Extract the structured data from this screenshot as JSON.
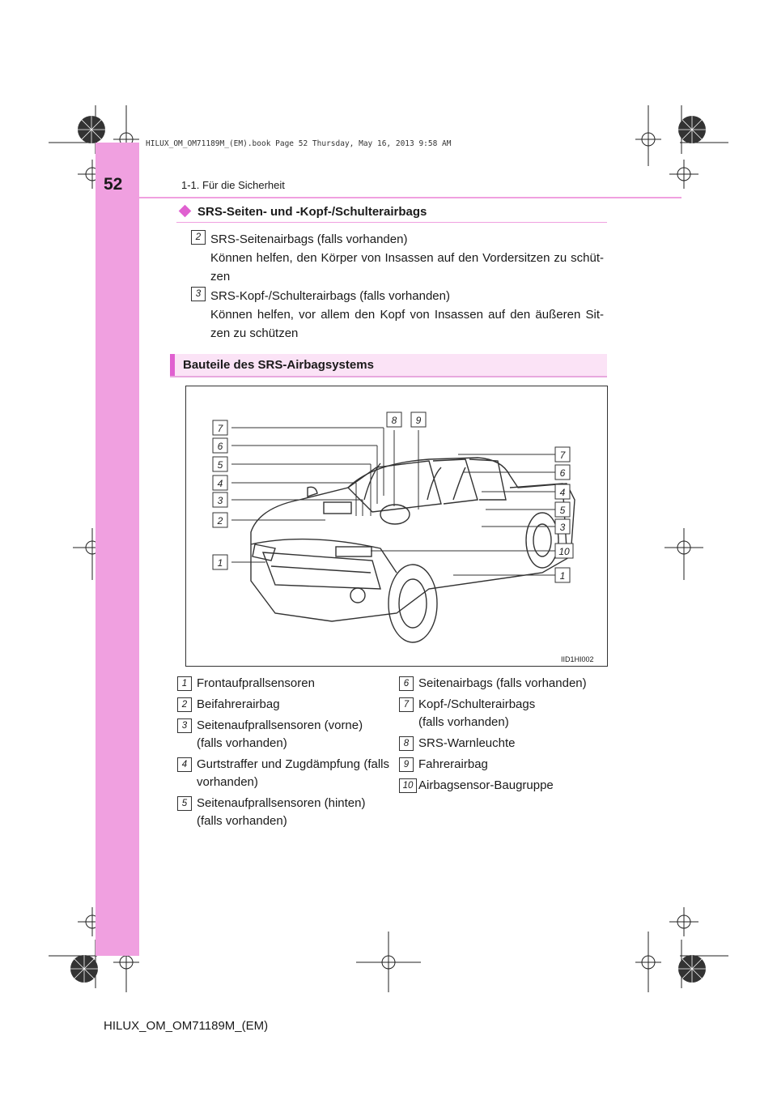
{
  "header": {
    "page_number": "52",
    "chapter": "1-1. Für die Sicherheit",
    "file_stamp": "HILUX_OM_OM71189M_(EM).book  Page 52  Thursday, May 16, 2013  9:58 AM"
  },
  "subsection": {
    "title": "SRS-Seiten- und -Kopf-/Schulterairbags",
    "items": [
      {
        "num": "2",
        "title": "SRS-Seitenairbags (falls vorhanden)",
        "desc": "Können helfen, den Körper von Insassen auf den Vordersitzen zu schüt-zen"
      },
      {
        "num": "3",
        "title": "SRS-Kopf-/Schulterairbags (falls vorhanden)",
        "desc": "Können helfen, vor allem den Kopf von Insassen auf den äußeren Sit-zen zu schützen"
      }
    ]
  },
  "section": {
    "title": "Bauteile des SRS-Airbagsystems"
  },
  "figure": {
    "id": "IID1HI002",
    "callouts": [
      "7",
      "6",
      "5",
      "4",
      "3",
      "2",
      "1",
      "8",
      "9",
      "7",
      "6",
      "4",
      "5",
      "3",
      "10",
      "1"
    ]
  },
  "legend": {
    "left": [
      {
        "num": "1",
        "text": "Frontaufprallsensoren"
      },
      {
        "num": "2",
        "text": "Beifahrerairbag"
      },
      {
        "num": "3",
        "text": "Seitenaufprallsensoren (vorne) (falls vorhanden)"
      },
      {
        "num": "4",
        "text": "Gurtstraffer und Zugdämpfung (falls vorhanden)"
      },
      {
        "num": "5",
        "text": "Seitenaufprallsensoren (hinten) (falls vorhanden)"
      }
    ],
    "right": [
      {
        "num": "6",
        "text": "Seitenairbags (falls vorhanden)"
      },
      {
        "num": "7",
        "text": "Kopf-/Schulterairbags (falls vorhanden)"
      },
      {
        "num": "8",
        "text": "SRS-Warnleuchte"
      },
      {
        "num": "9",
        "text": "Fahrerairbag"
      },
      {
        "num": "10",
        "text": "Airbagsensor-Baugruppe"
      }
    ]
  },
  "footer": {
    "doc_code": "HILUX_OM_OM71189M_(EM)"
  }
}
